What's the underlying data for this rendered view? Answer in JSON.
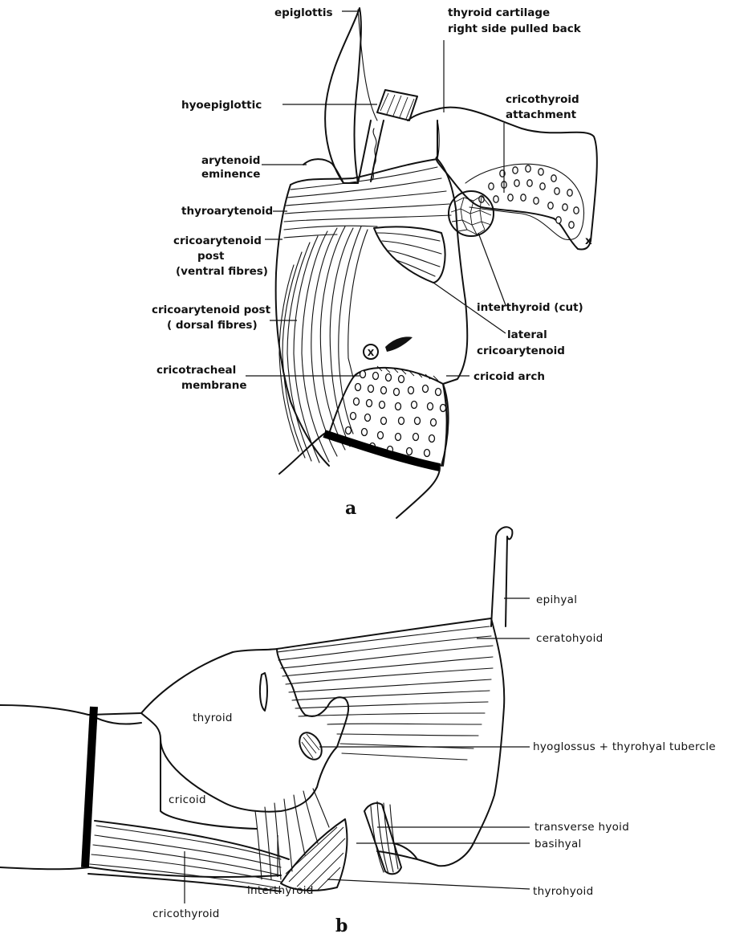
{
  "figure_a": {
    "panel_label": "a",
    "labels": {
      "epiglottis": "epiglottis",
      "thyroid_cartilage_1": "thyroid cartilage",
      "thyroid_cartilage_2": "right side pulled back",
      "hyoepiglottic": "hyoepiglottic",
      "cricothyroid_attachment_1": "cricothyroid",
      "cricothyroid_attachment_2": "attachment",
      "arytenoid_eminence_1": "arytenoid",
      "arytenoid_eminence_2": "eminence",
      "thyroarytenoid": "thyroarytenoid",
      "cricoarytenoid_ventral_1": "cricoarytenoid",
      "cricoarytenoid_ventral_2": "post",
      "cricoarytenoid_ventral_3": "(ventral fibres)",
      "interthyroid_cut": "interthyroid (cut)",
      "cricoarytenoid_dorsal_1": "cricoarytenoid post",
      "cricoarytenoid_dorsal_2": "( dorsal fibres)",
      "lateral_cricoarytenoid_1": "lateral",
      "lateral_cricoarytenoid_2": "cricoarytenoid",
      "cricotracheal_1": "cricotracheal",
      "cricotracheal_2": "membrane",
      "cricoid_arch": "cricoid arch",
      "marker_x": "X",
      "marker_x_small": "x"
    }
  },
  "figure_b": {
    "panel_label": "b",
    "labels": {
      "epihyal": "epihyal",
      "ceratohyoid": "ceratohyoid",
      "thyroid": "thyroid",
      "hyoglossus": "hyoglossus + thyrohyal tubercle",
      "cricoid": "cricoid",
      "transverse_hyoid": "transverse hyoid",
      "basihyal": "basihyal",
      "thyrohyoid": "thyrohyoid",
      "interthyroid": "interthyroid",
      "cricothyroid": "cricothyroid"
    }
  }
}
